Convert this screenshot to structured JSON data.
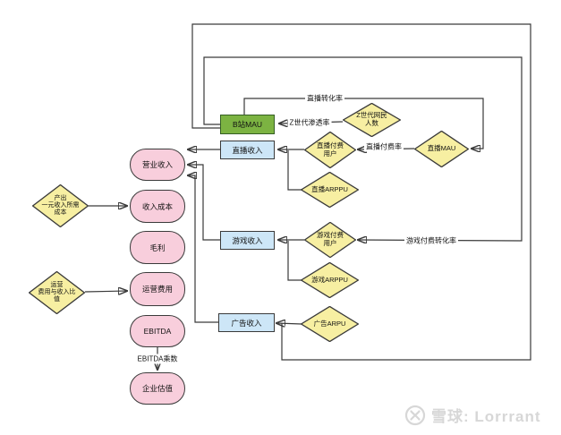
{
  "nodes": {
    "b_mau": "B站MAU",
    "zhibo_shouru": "直播收入",
    "youxi_shouru": "游戏收入",
    "guanggao_shouru": "广告收入",
    "yingye_shouru": "营业收入",
    "shouru_chengben": "收入成本",
    "maoli": "毛利",
    "yunying_feiyong": "运营费用",
    "ebitda": "EBITDA",
    "qiye_guzhi": "企业估值",
    "chanchu_chengben": "产出\n一元收入所需\n成本",
    "yunying_bizhi": "运营\n费用与收入比\n值",
    "z_gen_netizens": "Z世代网民\n人数",
    "zhibo_fufei_users": "直播付费\n用户",
    "zhibo_mau": "直播MAU",
    "zhibo_arppu": "直播ARPPU",
    "youxi_fufei_users": "游戏付费\n用户",
    "youxi_arppu": "游戏ARPPU",
    "guanggao_arpu": "广告ARPU"
  },
  "edge_labels": {
    "zhibo_zhuanhua": "直播转化率",
    "z_gen_shentou": "Z世代渗透率",
    "zhibo_fufeilv": "直播付费率",
    "youxi_fufei_zhuanhua": "游戏付费转化率",
    "ebitda_multiple": "EBITDA乘数"
  },
  "watermark": {
    "text": "雪球: Lorrrant"
  },
  "colors": {
    "stadium_fill": "#f8cedc",
    "diamond_fill": "#f7efa2",
    "rect_blue_fill": "#cde6f7",
    "rect_green_fill": "#7cb342",
    "edge_stroke": "#3a3a3a",
    "watermark_gray": "#d7d7d7"
  }
}
